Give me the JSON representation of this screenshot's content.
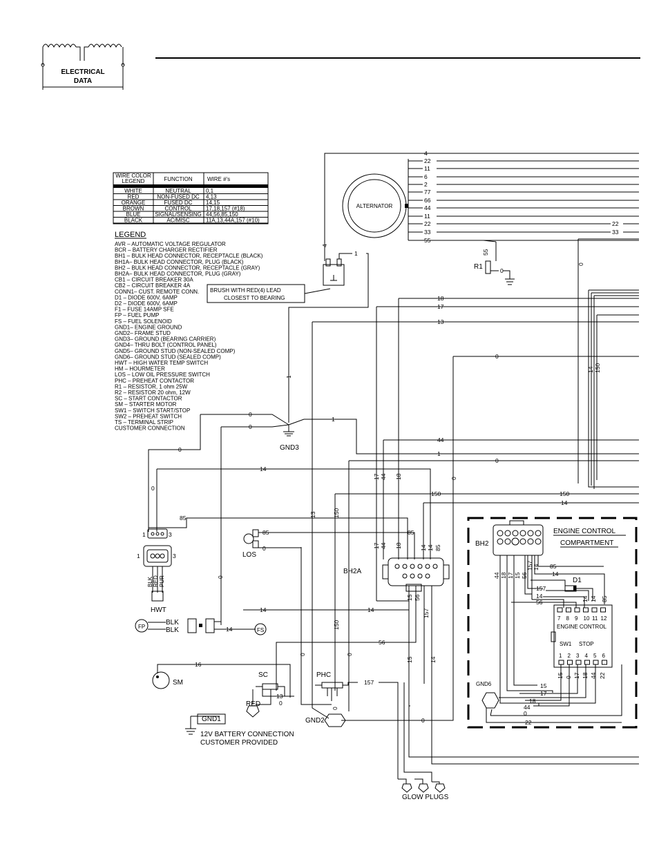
{
  "header": {
    "logo_text_line1": "ELECTRICAL",
    "logo_text_line2": "DATA"
  },
  "wire_color_table": {
    "headers": [
      "WIRE COLOR\nLEGEND",
      "FUNCTION",
      "WIRE #'s"
    ],
    "header_lines": [
      "WIRE COLOR",
      "LEGEND"
    ],
    "rows": [
      [
        "WHITE",
        "NEUTRAL",
        "0,1"
      ],
      [
        "RED",
        "NON-FUSED DC",
        "4,13"
      ],
      [
        "ORANGE",
        "FUSED DC",
        "14,15"
      ],
      [
        "BROWN",
        "CONTROL",
        "17,18,157 (#18)"
      ],
      [
        "BLUE",
        "SIGNAL/SENSING",
        "44,56,85,150"
      ],
      [
        "BLACK",
        "AC/MISC",
        "11A,13,44A,157 (#10)"
      ]
    ]
  },
  "legend": {
    "title": "LEGEND",
    "items": [
      "AVR  –  AUTOMATIC VOLTAGE REGULATOR",
      "BCR  –  BATTERY CHARGER RECTIFIER",
      "BH1  –  BULK HEAD CONNECTOR, RECEPTACLE (BLACK)",
      "BH1A–  BULK HEAD CONNECTOR, PLUG (BLACK)",
      "BH2  –  BULK HEAD CONNECTOR, RECEPTACLE (GRAY)",
      "BH2A–  BULK HEAD CONNECTOR, PLUG (GRAY)",
      "CB1  –  CIRCUIT BREAKER 30A",
      "CB2  –  CIRCUIT BREAKER 4A",
      "CONN1–  CUST. REMOTE CONN.",
      "D1   –  DIODE 600V, 6AMP",
      "D2   –  DIODE 600V, 6AMP",
      "F1   –  FUSE 14AMP SFE",
      "FP   –  FUEL PUMP",
      "FS   –  FUEL SOLENOID",
      "GND1–  ENGINE GROUND",
      "GND2–  FRAME STUD",
      "GND3–  GROUND (BEARING CARRIER)",
      "GND4–  THRU BOLT (CONTROL PANEL)",
      "GND5–  GROUND STUD (NON-SEALED COMP)",
      "GND6–  GROUND STUD (SEALED COMP)",
      "HWT  –  HIGH WATER TEMP SWITCH",
      "HM   –  HOURMETER",
      "LOS  –  LOW OIL PRESSURE SWITCH",
      "PHC  –  PREHEAT CONTACTOR",
      "R1   –  RESISTOR, 1 ohm 25W",
      "R2   –  RESISTOR 20 ohm, 12W",
      "SC   –  START CONTACTOR",
      "SM   –  STARTER MOTOR",
      "SW1  –  SWITCH START/STOP",
      "SW2  –  PREHEAT SWITCH",
      "TS   –  TERMINAL STRIP",
      "         CUSTOMER CONNECTION"
    ]
  },
  "components": {
    "alternator": "ALTERNATOR",
    "brush_note_1": "BRUSH WITH RED(4) LEAD",
    "brush_note_2": "CLOSEST TO BEARING",
    "r1": "R1",
    "gnd3": "GND3",
    "gnd1": "GND1",
    "gnd2": "GND2",
    "gnd6": "GND6",
    "los": "LOS",
    "hwt": "HWT",
    "fp": "FP",
    "fs": "FS",
    "sm": "SM",
    "sc": "SC",
    "phc": "PHC",
    "red": "RED",
    "blk": "BLK",
    "bh2a": "BH2A",
    "bh2": "BH2",
    "d1": "D1",
    "engine_control_compartment_1": "ENGINE CONTROL",
    "engine_control_compartment_2": "COMPARTMENT",
    "engine_control_board": "ENGINE CONTROL",
    "sw1": "SW1",
    "stop": "STOP",
    "battery_1": "12V BATTERY CONNECTION",
    "battery_2": "CUSTOMER PROVIDED",
    "glow_plugs": "GLOW PLUGS",
    "hwt_wire_colors": [
      "BLK",
      "RED",
      "PUR"
    ],
    "pin_1": "1",
    "pin_3": "3",
    "board_top_pins": [
      "7",
      "8",
      "9",
      "10",
      "11",
      "12"
    ],
    "board_bottom_pins": [
      "1",
      "2",
      "3",
      "4",
      "5",
      "6"
    ]
  },
  "wires": {
    "right_bundle": [
      "4",
      "22",
      "11",
      "6",
      "2",
      "77",
      "66",
      "44",
      "11",
      "22",
      "33",
      "55"
    ],
    "w22": "22",
    "w33": "33",
    "w55": "55",
    "w4": "4",
    "w1": "1",
    "w0": "0",
    "w18": "18",
    "w17": "17",
    "w13": "13",
    "w14": "14",
    "w150": "150",
    "w44": "44",
    "w85": "85",
    "w16": "16",
    "w56": "56",
    "w157": "157",
    "w15": "15"
  }
}
